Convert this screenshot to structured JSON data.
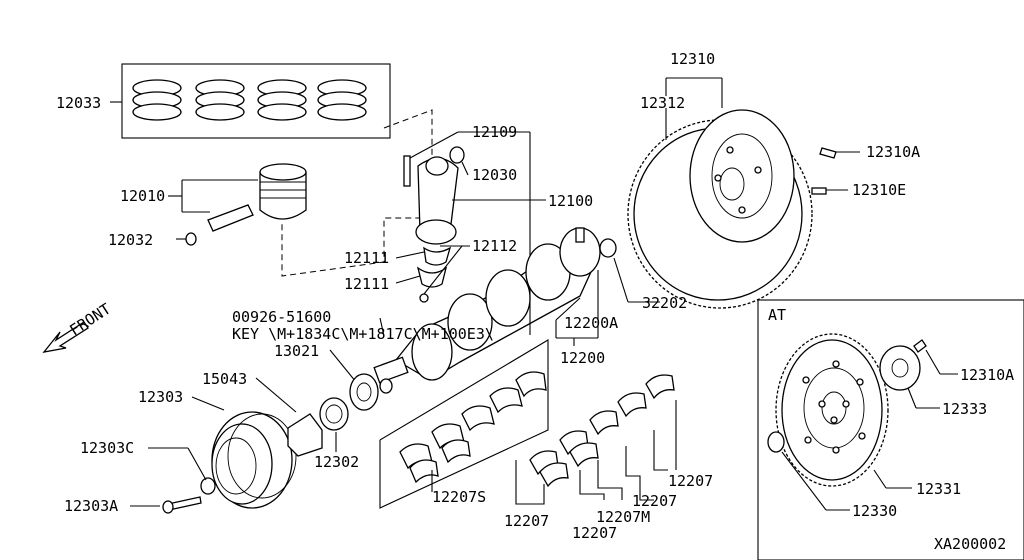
{
  "labels": {
    "p12033": "12033",
    "p12010": "12010",
    "p12032": "12032",
    "p12109": "12109",
    "p12030": "12030",
    "p12100": "12100",
    "p12111a": "12111",
    "p12111b": "12111",
    "p12112": "12112",
    "p12310": "12310",
    "p12312": "12312",
    "p12310A": "12310A",
    "p12310E": "12310E",
    "p32202": "32202",
    "p12200A": "12200A",
    "p12200": "12200",
    "p00926": "00926-51600",
    "key": "KEY  \\M+1834C\\M+1817C\\M+100E3\\",
    "p13021": "13021",
    "p15043": "15043",
    "p12303": "12303",
    "p12302": "12302",
    "p12303C": "12303C",
    "p12303A": "12303A",
    "p12207S": "12207S",
    "p12207a": "12207",
    "p12207b": "12207",
    "p12207M": "12207M",
    "p12207c": "12207",
    "p12207d": "12207",
    "front": "FRONT",
    "at_title": "AT",
    "p12310A_at": "12310A",
    "p12333": "12333",
    "p12331": "12331",
    "p12330": "12330",
    "diagram_code": "XA200002"
  }
}
